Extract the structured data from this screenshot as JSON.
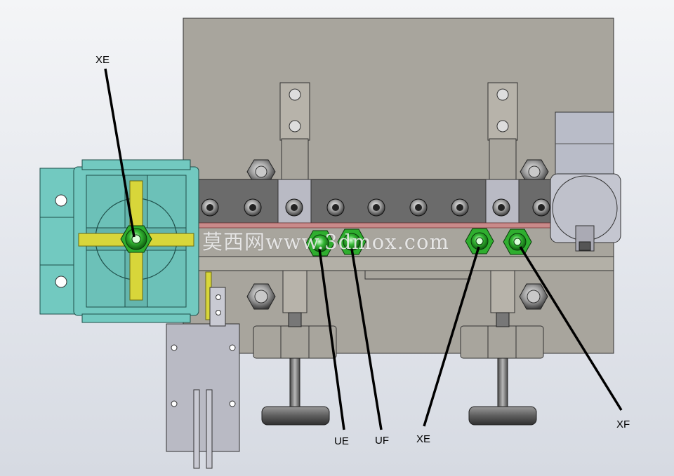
{
  "diagram": {
    "callouts": {
      "xe_top": "XE",
      "ue": "UE",
      "uf": "UF",
      "xe_bottom": "XE",
      "xf": "XF"
    },
    "watermark": "莫西网www.3dmox.com"
  },
  "colors": {
    "background": "#e6e8ed",
    "machine_plate": "#a8a59d",
    "beam": "#6b6b6b",
    "cyan_plate": "#72c9c0",
    "yellow_bar": "#d8d63a",
    "connector_green": "#2fae2f",
    "motor": "#b9bcc8",
    "bracket": "#b9bac4",
    "leader_line": "#000000"
  }
}
